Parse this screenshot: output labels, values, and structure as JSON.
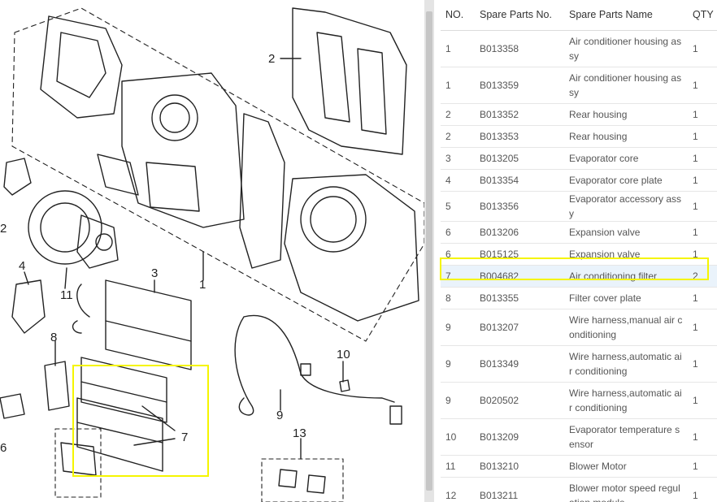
{
  "diagram": {
    "callouts": [
      "1",
      "2",
      "2",
      "3",
      "4",
      "6",
      "7",
      "8",
      "9",
      "10",
      "11",
      "13"
    ]
  },
  "table": {
    "headers": [
      "NO.",
      "Spare Parts No.",
      "Spare Parts Name",
      "QTY"
    ],
    "rows": [
      {
        "no": "1",
        "part_no": "B013358",
        "name": "Air conditioner housing assy",
        "qty": "1"
      },
      {
        "no": "1",
        "part_no": "B013359",
        "name": "Air conditioner housing assy",
        "qty": "1"
      },
      {
        "no": "2",
        "part_no": "B013352",
        "name": "Rear housing",
        "qty": "1"
      },
      {
        "no": "2",
        "part_no": "B013353",
        "name": "Rear housing",
        "qty": "1"
      },
      {
        "no": "3",
        "part_no": "B013205",
        "name": "Evaporator core",
        "qty": "1"
      },
      {
        "no": "4",
        "part_no": "B013354",
        "name": "Evaporator core plate",
        "qty": "1"
      },
      {
        "no": "5",
        "part_no": "B013356",
        "name": "Evaporator accessory assy",
        "qty": "1"
      },
      {
        "no": "6",
        "part_no": "B013206",
        "name": "Expansion valve",
        "qty": "1"
      },
      {
        "no": "6",
        "part_no": "B015125",
        "name": "Expansion valve",
        "qty": "1"
      },
      {
        "no": "7",
        "part_no": "B004682",
        "name": "Air conditioning filter",
        "qty": "2"
      },
      {
        "no": "8",
        "part_no": "B013355",
        "name": "Filter cover plate",
        "qty": "1"
      },
      {
        "no": "9",
        "part_no": "B013207",
        "name": "Wire harness,manual air conditioning",
        "qty": "1"
      },
      {
        "no": "9",
        "part_no": "B013349",
        "name": "Wire harness,automatic air conditioning",
        "qty": "1"
      },
      {
        "no": "9",
        "part_no": "B020502",
        "name": "Wire harness,automatic air conditioning",
        "qty": "1"
      },
      {
        "no": "10",
        "part_no": "B013209",
        "name": "Evaporator temperature sensor",
        "qty": "1"
      },
      {
        "no": "11",
        "part_no": "B013210",
        "name": "Blower Motor",
        "qty": "1"
      },
      {
        "no": "12",
        "part_no": "B013211",
        "name": "Blower motor speed regulation module",
        "qty": "1"
      }
    ],
    "highlighted_row": 9
  },
  "colors": {
    "highlight_outline": "#f5f500",
    "highlight_row_bg": "#eaf3fb"
  }
}
